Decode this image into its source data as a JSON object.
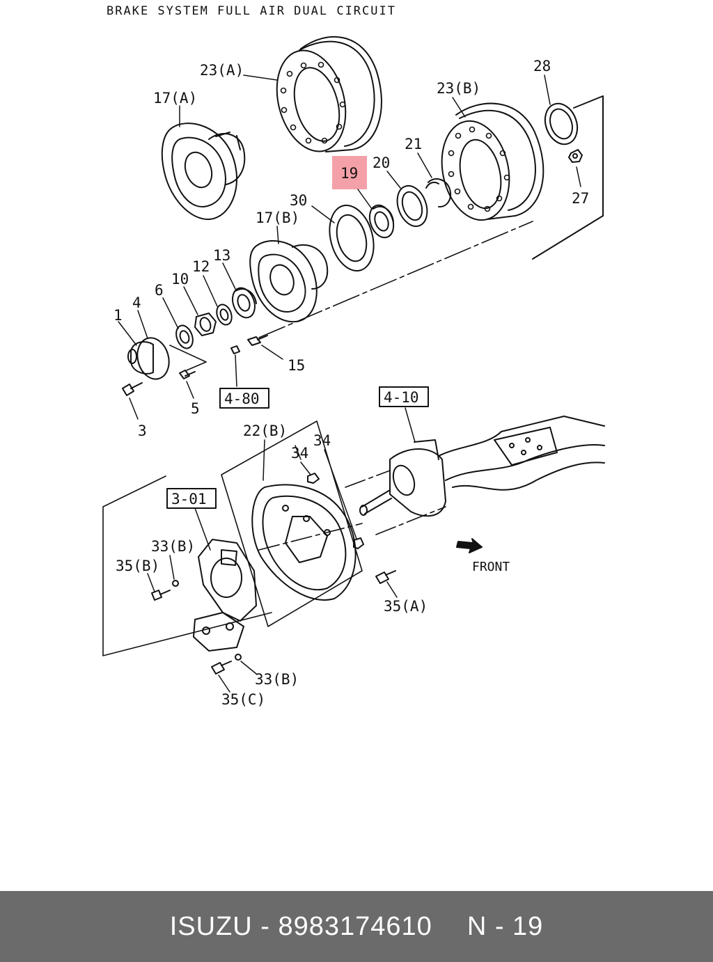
{
  "title": "BRAKE SYSTEM FULL AIR DUAL CIRCUIT",
  "highlight_color": "#f4a0a8",
  "callouts": [
    {
      "id": "c-23a",
      "text": "23(A)"
    },
    {
      "id": "c-17a",
      "text": "17(A)"
    },
    {
      "id": "c-23b",
      "text": "23(B)"
    },
    {
      "id": "c-28",
      "text": "28"
    },
    {
      "id": "c-21",
      "text": "21"
    },
    {
      "id": "c-20",
      "text": "20"
    },
    {
      "id": "c-19",
      "text": "19",
      "highlighted": true
    },
    {
      "id": "c-27",
      "text": "27"
    },
    {
      "id": "c-30",
      "text": "30"
    },
    {
      "id": "c-17b",
      "text": "17(B)"
    },
    {
      "id": "c-13",
      "text": "13"
    },
    {
      "id": "c-12",
      "text": "12"
    },
    {
      "id": "c-10",
      "text": "10"
    },
    {
      "id": "c-6",
      "text": "6"
    },
    {
      "id": "c-4",
      "text": "4"
    },
    {
      "id": "c-1",
      "text": "1"
    },
    {
      "id": "c-15",
      "text": "15"
    },
    {
      "id": "c-5",
      "text": "5"
    },
    {
      "id": "c-3",
      "text": "3"
    },
    {
      "id": "c-22b",
      "text": "22(B)"
    },
    {
      "id": "c-34a",
      "text": "34"
    },
    {
      "id": "c-34b",
      "text": "34"
    },
    {
      "id": "c-33b1",
      "text": "33(B)"
    },
    {
      "id": "c-35b",
      "text": "35(B)"
    },
    {
      "id": "c-35a",
      "text": "35(A)"
    },
    {
      "id": "c-33b2",
      "text": "33(B)"
    },
    {
      "id": "c-35c",
      "text": "35(C)"
    }
  ],
  "refs": [
    {
      "id": "r-480",
      "text": "4-80"
    },
    {
      "id": "r-410",
      "text": "4-10"
    },
    {
      "id": "r-301",
      "text": "3-01"
    }
  ],
  "direction_label": "FRONT",
  "footer": {
    "brand": "ISUZU",
    "part_number": "8983174610",
    "ref": "N - 19",
    "sep": " - "
  }
}
